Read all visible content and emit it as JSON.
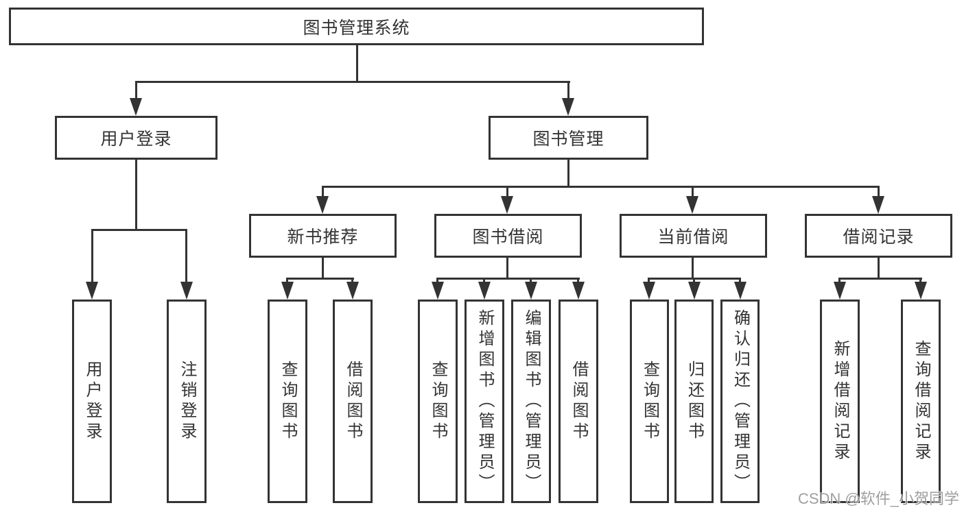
{
  "title": "图书管理系统",
  "tree": {
    "label": "图书管理系统",
    "children": [
      {
        "label": "用户登录",
        "children": [
          {
            "label": "用户登录"
          },
          {
            "label": "注销登录"
          }
        ]
      },
      {
        "label": "图书管理",
        "children": [
          {
            "label": "新书推荐",
            "children": [
              {
                "label": "查询图书"
              },
              {
                "label": "借阅图书"
              }
            ]
          },
          {
            "label": "图书借阅",
            "children": [
              {
                "label": "查询图书"
              },
              {
                "label": "新增图书（管理员）"
              },
              {
                "label": "编辑图书（管理员）"
              },
              {
                "label": "借阅图书"
              }
            ]
          },
          {
            "label": "当前借阅",
            "children": [
              {
                "label": "查询图书"
              },
              {
                "label": "归还图书"
              },
              {
                "label": "确认归还（管理员）"
              }
            ]
          },
          {
            "label": "借阅记录",
            "children": [
              {
                "label": "新增借阅记录"
              },
              {
                "label": "查询借阅记录"
              }
            ]
          }
        ]
      }
    ]
  },
  "watermark": {
    "text": "CSDN @软件_小贺同学"
  },
  "colors": {
    "line": "#333333",
    "box_border": "#333333",
    "text": "#333333",
    "background": "#ffffff",
    "watermark": "#8f8f8f"
  }
}
